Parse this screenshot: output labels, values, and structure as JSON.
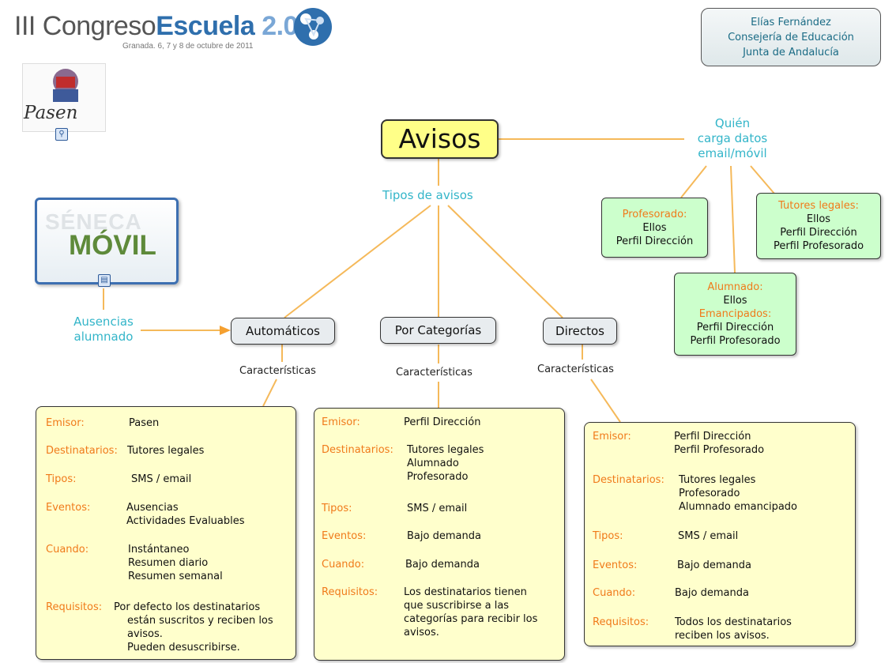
{
  "header": {
    "logo_prefix": "III Congreso",
    "logo_bold": "Escuela",
    "logo_num": "2.0",
    "logo_sub": "Granada. 6, 7 y 8 de octubre de 2011"
  },
  "author": {
    "name": "Elías Fernández",
    "org": "Consejería de Educación",
    "gov": "Junta de Andalucía"
  },
  "pasen_label": "Pasen",
  "seneca": {
    "top": "SÉNECA",
    "bottom": "MÓVIL"
  },
  "main_title": "Avisos",
  "tipos_label": "Tipos de avisos",
  "quien": {
    "l1": "Quién",
    "l2": "carga datos",
    "l3": "email/móvil"
  },
  "profesorado": {
    "title": "Profesorado:",
    "l1": "Ellos",
    "l2": "Perfil Dirección"
  },
  "tutores": {
    "title": "Tutores legales:",
    "l1": "Ellos",
    "l2": "Perfil Dirección",
    "l3": "Perfil Profesorado"
  },
  "alumnado": {
    "title1": "Alumnado:",
    "l1": "Ellos",
    "title2": "Emancipados:",
    "l2": "Perfil Dirección",
    "l3": "Perfil Profesorado"
  },
  "ausencias": {
    "l1": "Ausencias",
    "l2": "alumnado"
  },
  "types": {
    "auto": "Automáticos",
    "cat": "Por Categorías",
    "dir": "Directos"
  },
  "caracteristicas": "Características",
  "auto_info": {
    "emisor_k": "Emisor:",
    "emisor_v": "Pasen",
    "dest_k": "Destinatarios:",
    "dest_v": "Tutores legales",
    "tipos_k": "Tipos:",
    "tipos_v": "SMS / email",
    "eventos_k": "Eventos:",
    "eventos_v1": "Ausencias",
    "eventos_v2": "Actividades Evaluables",
    "cuando_k": "Cuando:",
    "cuando_v1": "Instántaneo",
    "cuando_v2": "Resumen diario",
    "cuando_v3": "Resumen semanal",
    "req_k": "Requisitos:",
    "req_v1": "Por defecto los destinatarios",
    "req_v2": "están suscritos y reciben los",
    "req_v3": "avisos.",
    "req_v4": "Pueden desuscribirse."
  },
  "cat_info": {
    "emisor_k": "Emisor:",
    "emisor_v": "Perfil Dirección",
    "dest_k": "Destinatarios:",
    "dest_v1": "Tutores legales",
    "dest_v2": "Alumnado",
    "dest_v3": "Profesorado",
    "tipos_k": "Tipos:",
    "tipos_v": "SMS / email",
    "eventos_k": "Eventos:",
    "eventos_v": "Bajo demanda",
    "cuando_k": "Cuando:",
    "cuando_v": "Bajo demanda",
    "req_k": "Requisitos:",
    "req_v1": "Los destinatarios tienen",
    "req_v2": "que suscribirse a las",
    "req_v3": "categorías para recibir los",
    "req_v4": "avisos."
  },
  "dir_info": {
    "emisor_k": "Emisor:",
    "emisor_v1": "Perfil Dirección",
    "emisor_v2": "Perfil Profesorado",
    "dest_k": "Destinatarios:",
    "dest_v1": "Tutores legales",
    "dest_v2": "Profesorado",
    "dest_v3": "Alumnado emancipado",
    "tipos_k": "Tipos:",
    "tipos_v": "SMS / email",
    "eventos_k": "Eventos:",
    "eventos_v": "Bajo demanda",
    "cuando_k": "Cuando:",
    "cuando_v": "Bajo demanda",
    "req_k": "Requisitos:",
    "req_v1": "Todos los destinatarios",
    "req_v2": "reciben los avisos."
  }
}
